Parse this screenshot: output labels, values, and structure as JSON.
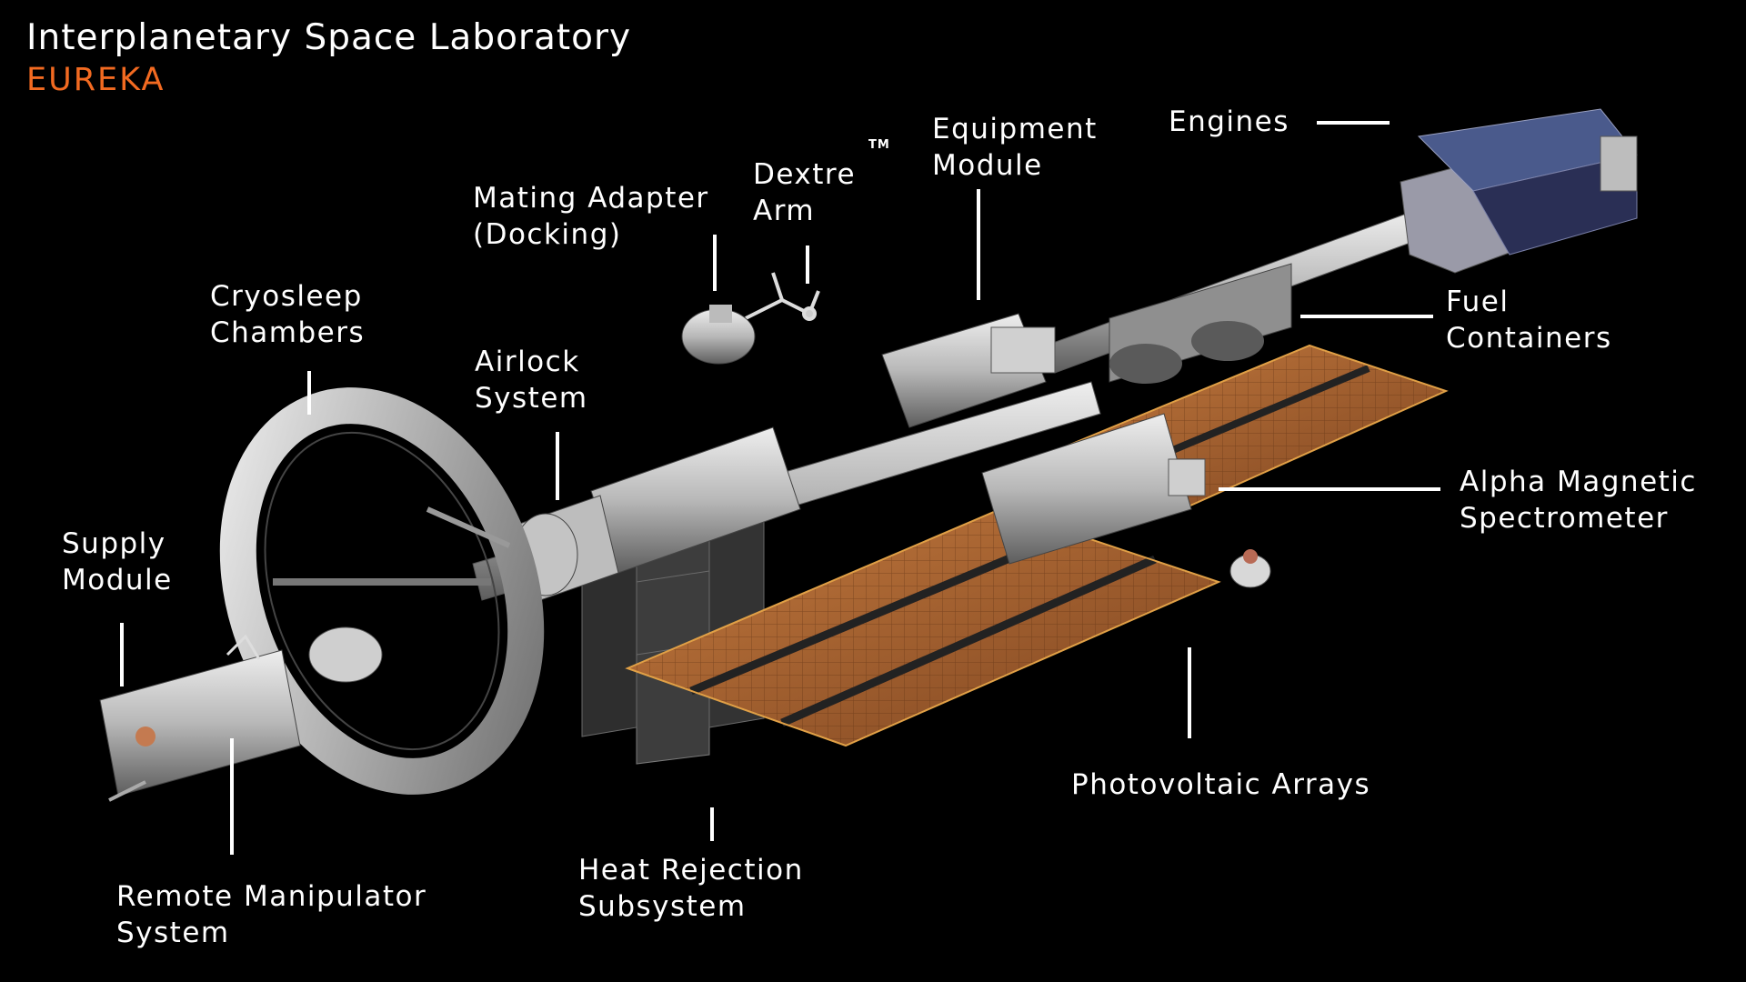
{
  "header": {
    "title": "Interplanetary Space Laboratory",
    "subtitle": "EUREKA"
  },
  "colors": {
    "background": "#000000",
    "text": "#ffffff",
    "accent": "#f26a21",
    "solar_panel": "#a8612e",
    "hull": "#c9c9c9"
  },
  "labels": {
    "engines": [
      "Engines"
    ],
    "equipment_module": [
      "Equipment",
      "Module"
    ],
    "dextre_arm": [
      "Dextre",
      "Arm"
    ],
    "dextre_tm": "TM",
    "mating_adapter": [
      "Mating Adapter",
      "(Docking)"
    ],
    "cryosleep": [
      "Cryosleep",
      "Chambers"
    ],
    "airlock": [
      "Airlock",
      "System"
    ],
    "fuel_containers": [
      "Fuel",
      "Containers"
    ],
    "alpha_magnetic": [
      "Alpha Magnetic",
      "Spectrometer"
    ],
    "supply_module": [
      "Supply",
      "Module"
    ],
    "photovoltaic": [
      "Photovoltaic Arrays"
    ],
    "heat_rejection": [
      "Heat Rejection",
      "Subsystem"
    ],
    "remote_manipulator": [
      "Remote Manipulator",
      "System"
    ]
  }
}
